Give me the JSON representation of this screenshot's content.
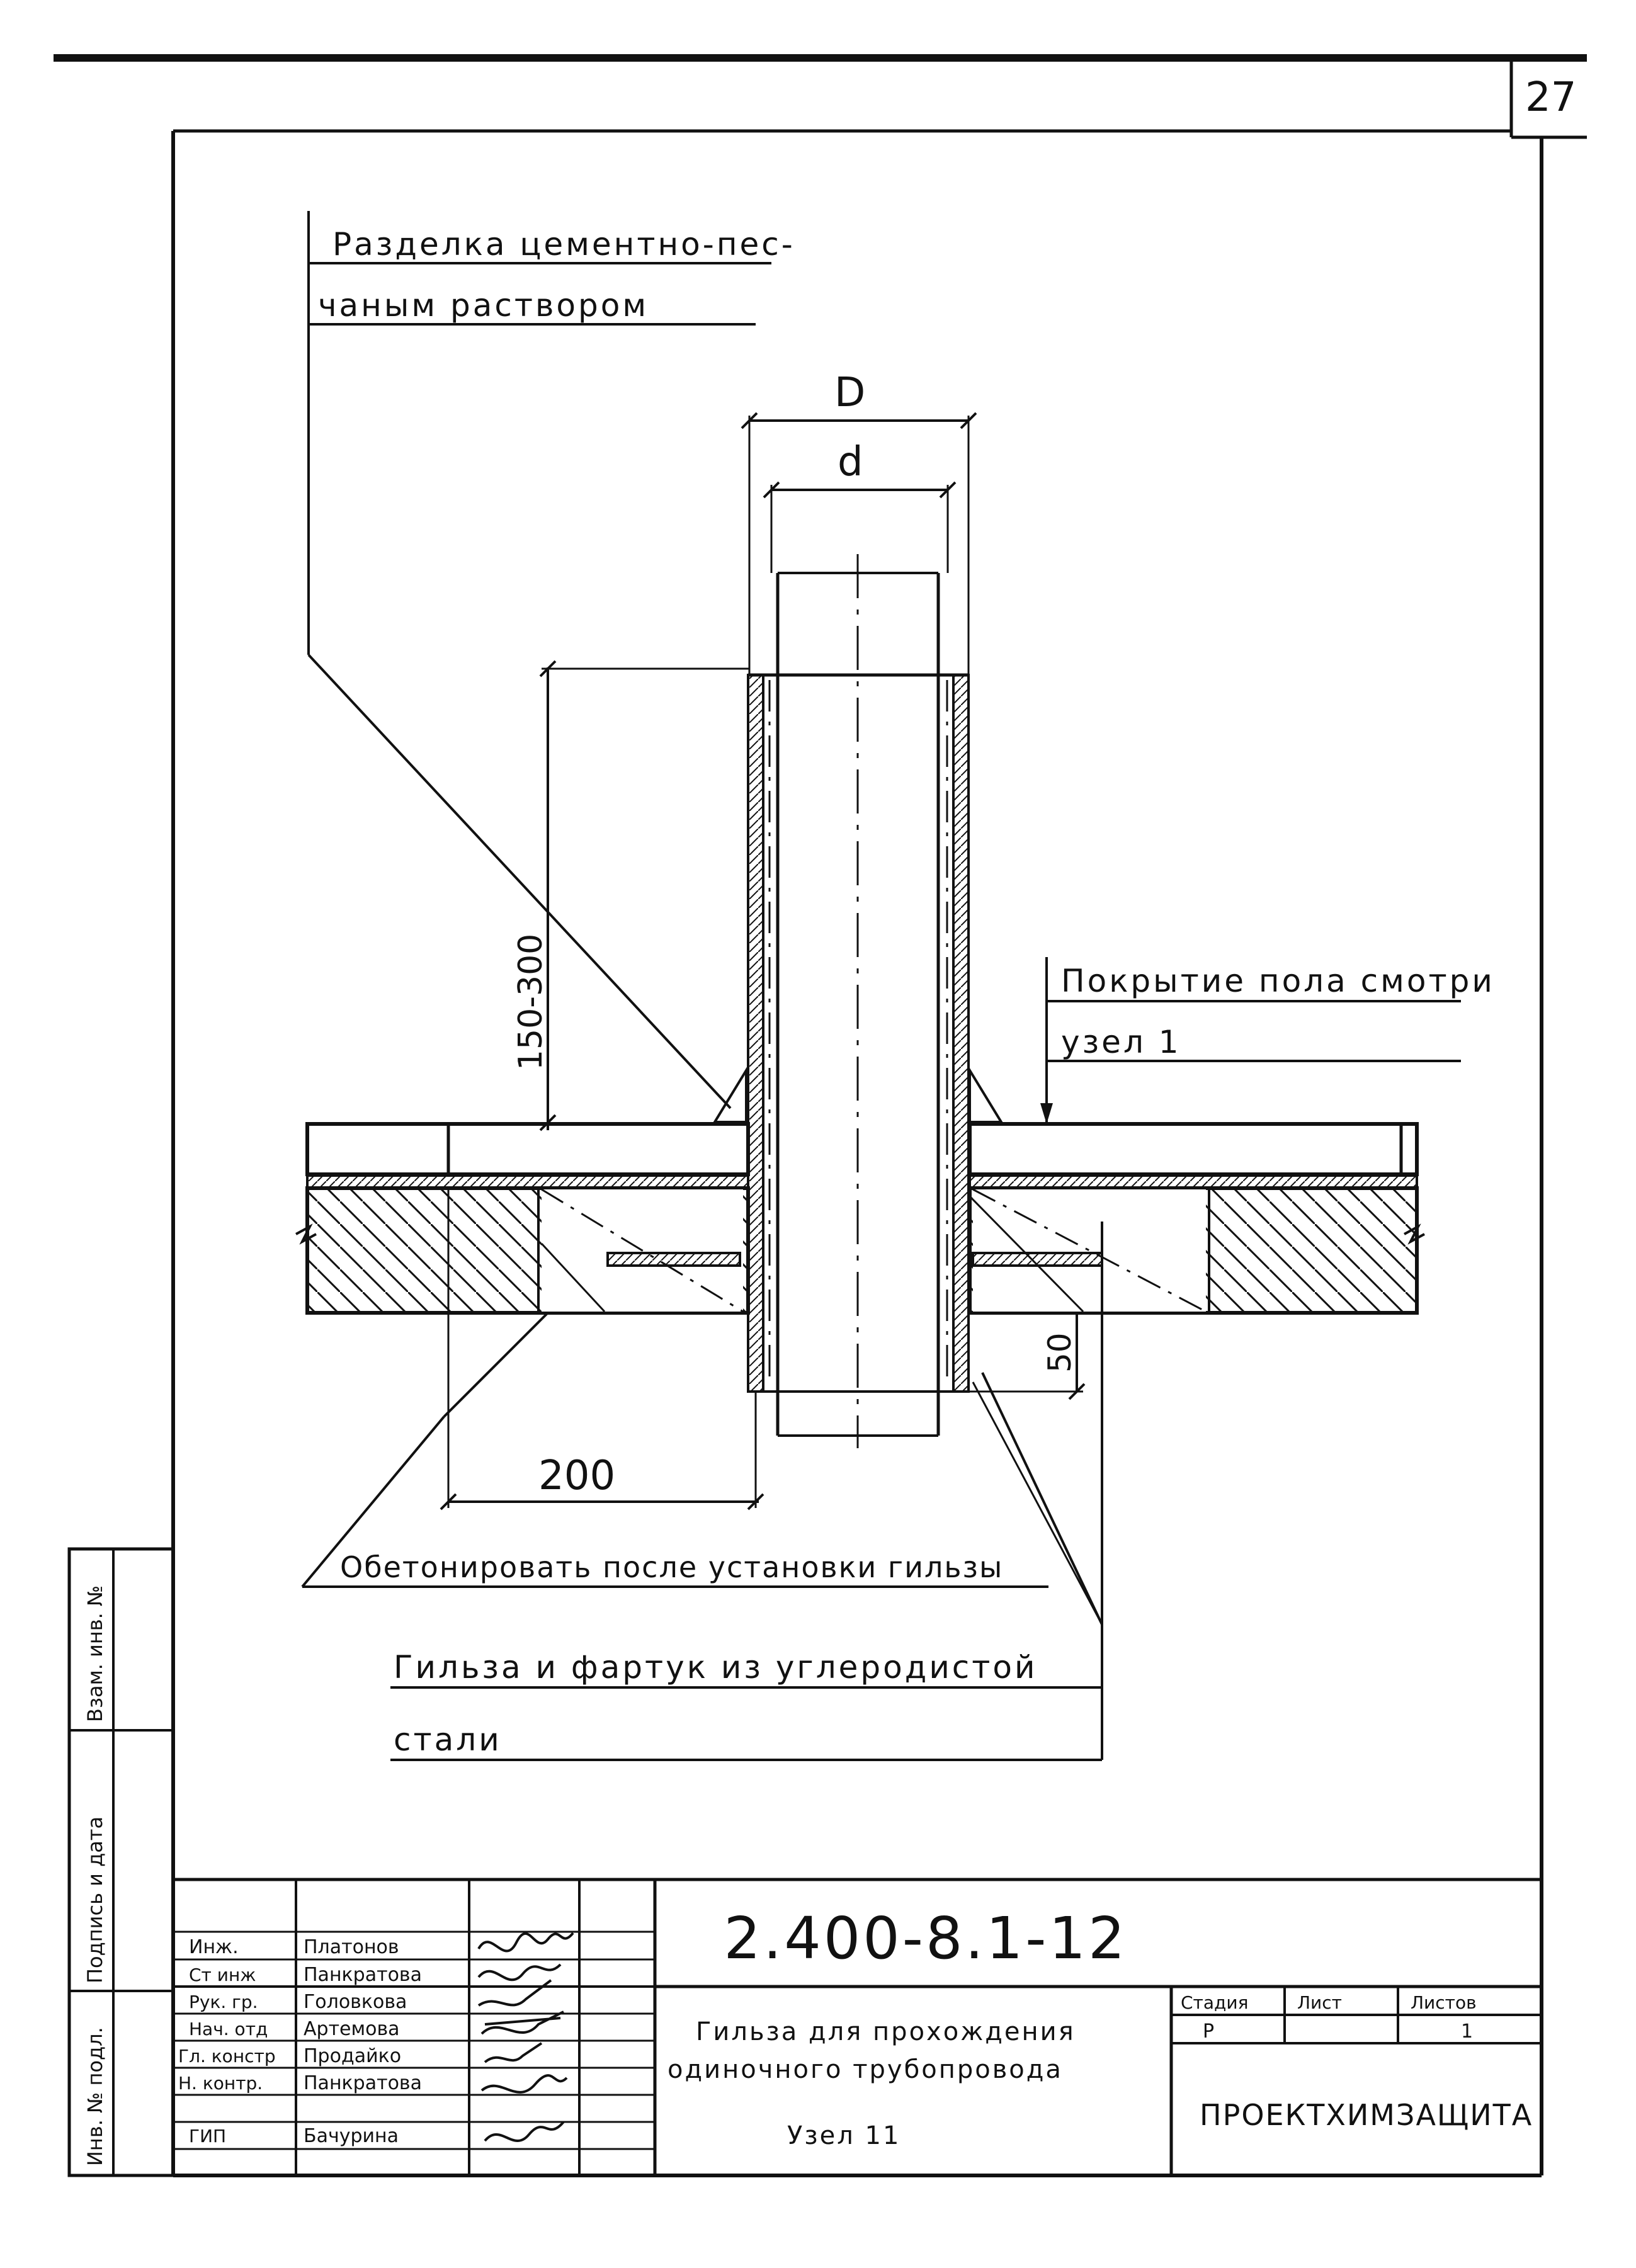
{
  "page_number": "27",
  "labels": {
    "mortar_line1": "Разделка цементно-пес-",
    "mortar_line2": "чаным раствором",
    "floor_line1": "Покрытие пола смотри",
    "floor_line2": "узел 1",
    "concrete": "Обетонировать после установки гильзы",
    "sleeve_line1": "Гильза и фартук из углеродистой",
    "sleeve_line2": "стали"
  },
  "dimensions": {
    "outer_diameter": "D",
    "inner_diameter": "d",
    "height_range": "150-300",
    "offset": "200",
    "bottom_projection": "50"
  },
  "side_stamp": {
    "inv_no_orig": "Инв. № подл.",
    "signature_date": "Подпись и дата",
    "replaced_inv": "Взам. инв. №"
  },
  "title_block": {
    "document_code": "2.400-8.1-12",
    "rows": [
      {
        "role": "Инж.",
        "name": "Платонов"
      },
      {
        "role": "Ст инж",
        "name": "Панкратова"
      },
      {
        "role": "Рук. гр.",
        "name": "Головкова"
      },
      {
        "role": "Нач. отд",
        "name": "Артемова"
      },
      {
        "role": "Гл. констр",
        "name": "Продайко"
      },
      {
        "role": "Н. контр.",
        "name": "Панкратова"
      },
      {
        "role": "ГИП",
        "name": "Бачурина"
      }
    ],
    "drawing_title_line1": "Гильза для прохождения",
    "drawing_title_line2": "одиночного трубопровода",
    "node": "Узел 11",
    "stage_header": "Стадия",
    "sheet_header": "Лист",
    "sheets_header": "Листов",
    "stage_value": "Р",
    "sheet_value": "",
    "sheets_value": "1",
    "organization": "ПРОЕКТХИМЗАЩИТА"
  }
}
